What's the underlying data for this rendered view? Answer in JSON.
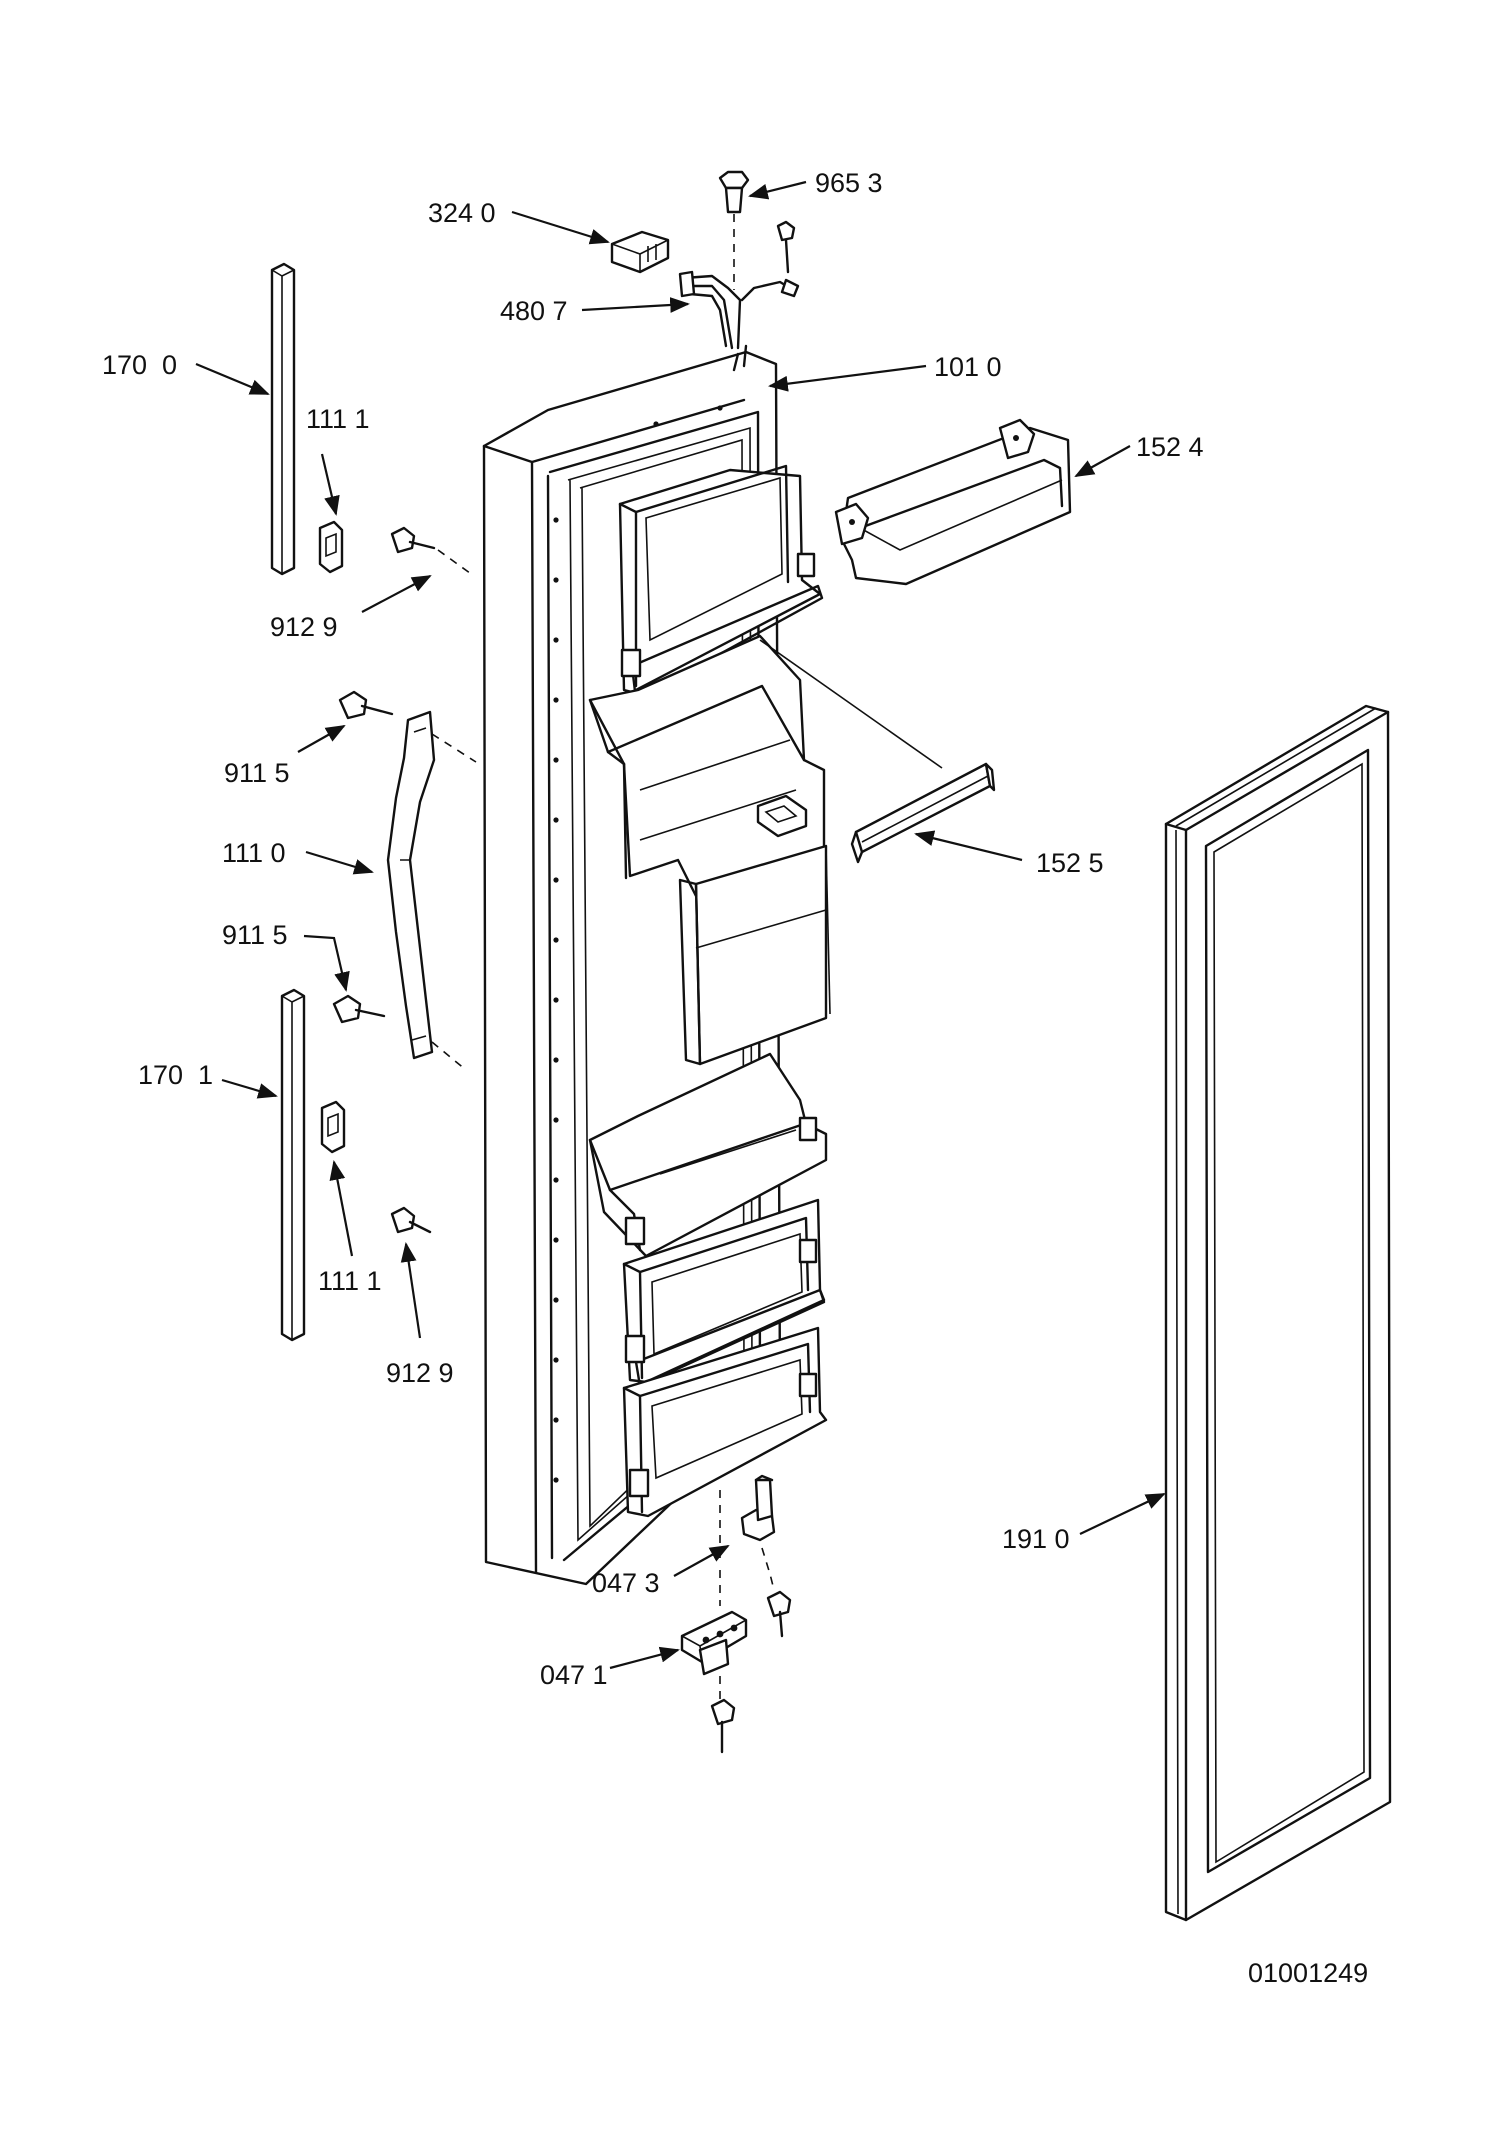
{
  "callouts": [
    {
      "id": "c-9653",
      "text": "965 3"
    },
    {
      "id": "c-3240",
      "text": "324 0"
    },
    {
      "id": "c-4807",
      "text": "480 7"
    },
    {
      "id": "c-1010",
      "text": "101 0"
    },
    {
      "id": "c-1700",
      "text": "170  0"
    },
    {
      "id": "c-1524",
      "text": "152 4"
    },
    {
      "id": "c-1111a",
      "text": "111 1"
    },
    {
      "id": "c-9129a",
      "text": "912 9"
    },
    {
      "id": "c-9115a",
      "text": "911 5"
    },
    {
      "id": "c-1525",
      "text": "152 5"
    },
    {
      "id": "c-1110",
      "text": "111 0"
    },
    {
      "id": "c-9115b",
      "text": "911 5"
    },
    {
      "id": "c-1701",
      "text": "170  1"
    },
    {
      "id": "c-1111b",
      "text": "111 1"
    },
    {
      "id": "c-9129b",
      "text": "912 9"
    },
    {
      "id": "c-1910",
      "text": "191 0"
    },
    {
      "id": "c-0473",
      "text": "047 3"
    },
    {
      "id": "c-0471",
      "text": "047 1"
    }
  ],
  "drawing_number": "01001249"
}
